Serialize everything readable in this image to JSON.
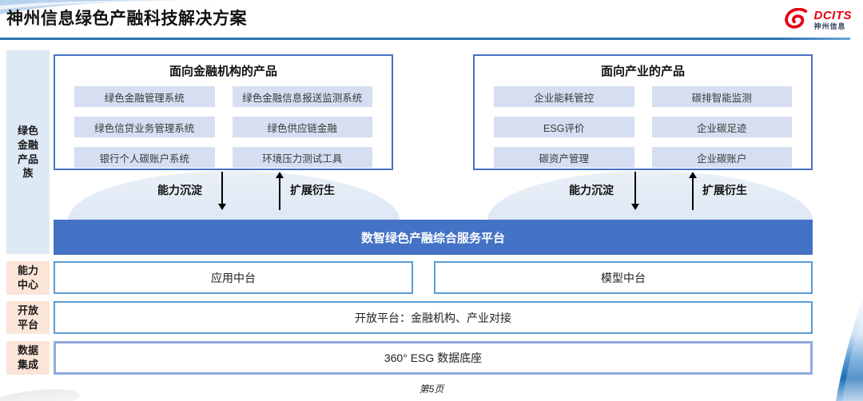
{
  "header": {
    "title": "神州信息绿色产融科技解决方案",
    "logo_text": "DCITS",
    "logo_subtext": "神州信息"
  },
  "sidebar": {
    "items": [
      {
        "label": "绿色金融产品族"
      },
      {
        "label": "能力中心"
      },
      {
        "label": "开放平台"
      },
      {
        "label": "数据集成"
      }
    ]
  },
  "fin_products": {
    "title": "面向金融机构的产品",
    "items": [
      "绿色金融管理系统",
      "绿色金融信息报送监测系统",
      "绿色信贷业务管理系统",
      "绿色供应链金融",
      "银行个人碳账户系统",
      "环境压力测试工具"
    ]
  },
  "ind_products": {
    "title": "面向产业的产品",
    "items": [
      "企业能耗管控",
      "碳排智能监测",
      "ESG评价",
      "企业碳足迹",
      "碳资产管理",
      "企业碳账户"
    ]
  },
  "arrow_groups": [
    {
      "down": "能力沉淀",
      "up": "扩展衍生"
    },
    {
      "down": "能力沉淀",
      "up": "扩展衍生"
    }
  ],
  "platform": {
    "label": "数智绿色产融综合服务平台"
  },
  "capability_center": {
    "left": "应用中台",
    "right": "模型中台"
  },
  "open_platform": {
    "label": "开放平台：金融机构、产业对接"
  },
  "data_base": {
    "label": "360° ESG 数据底座"
  },
  "footer": {
    "page": "第5页"
  },
  "colors": {
    "accent_blue": "#4472c4",
    "rule_blue": "#2e75b6",
    "light_blue_fill": "#dee9f6",
    "pill_fill": "#d6def1",
    "orange_fill": "#fbe5d8",
    "esg_border": "#8faadc",
    "logo_red": "#e60012"
  }
}
